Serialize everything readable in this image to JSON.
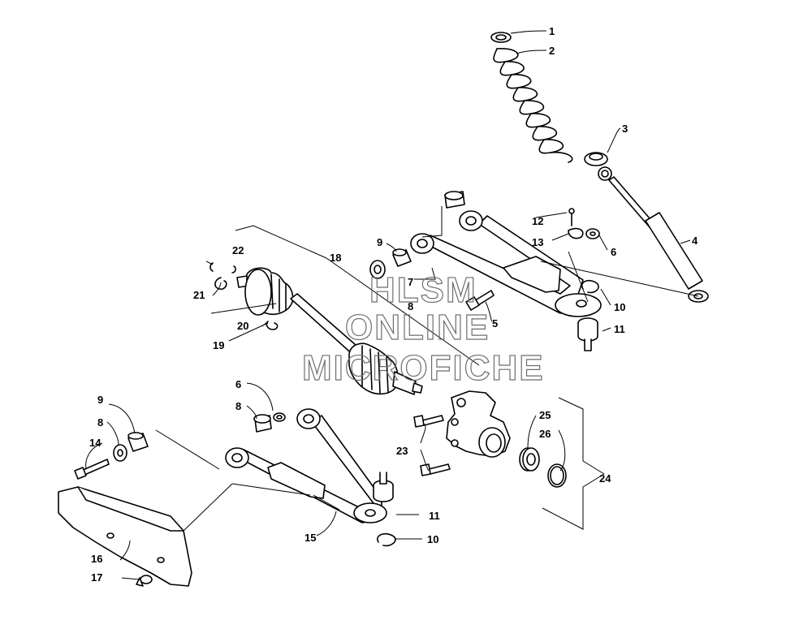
{
  "watermark": {
    "line1": "HLSM",
    "line2": "ONLINE",
    "line3": "MICROFICHE"
  },
  "callouts": [
    {
      "id": "c1",
      "label": "1"
    },
    {
      "id": "c2",
      "label": "2"
    },
    {
      "id": "c3",
      "label": "3"
    },
    {
      "id": "c4",
      "label": "4"
    },
    {
      "id": "c5",
      "label": "5"
    },
    {
      "id": "c6a",
      "label": "6"
    },
    {
      "id": "c6b",
      "label": "6"
    },
    {
      "id": "c7",
      "label": "7"
    },
    {
      "id": "c8a",
      "label": "8"
    },
    {
      "id": "c8b",
      "label": "8"
    },
    {
      "id": "c8c",
      "label": "8"
    },
    {
      "id": "c9a",
      "label": "9"
    },
    {
      "id": "c9b",
      "label": "9"
    },
    {
      "id": "c10a",
      "label": "10"
    },
    {
      "id": "c10b",
      "label": "10"
    },
    {
      "id": "c11a",
      "label": "11"
    },
    {
      "id": "c11b",
      "label": "11"
    },
    {
      "id": "c12",
      "label": "12"
    },
    {
      "id": "c13",
      "label": "13"
    },
    {
      "id": "c14",
      "label": "14"
    },
    {
      "id": "c15",
      "label": "15"
    },
    {
      "id": "c16",
      "label": "16"
    },
    {
      "id": "c17",
      "label": "17"
    },
    {
      "id": "c18",
      "label": "18"
    },
    {
      "id": "c19",
      "label": "19"
    },
    {
      "id": "c20",
      "label": "20"
    },
    {
      "id": "c21",
      "label": "21"
    },
    {
      "id": "c22",
      "label": "22"
    },
    {
      "id": "c23",
      "label": "23"
    },
    {
      "id": "c24",
      "label": "24"
    },
    {
      "id": "c25",
      "label": "25"
    },
    {
      "id": "c26",
      "label": "26"
    }
  ]
}
